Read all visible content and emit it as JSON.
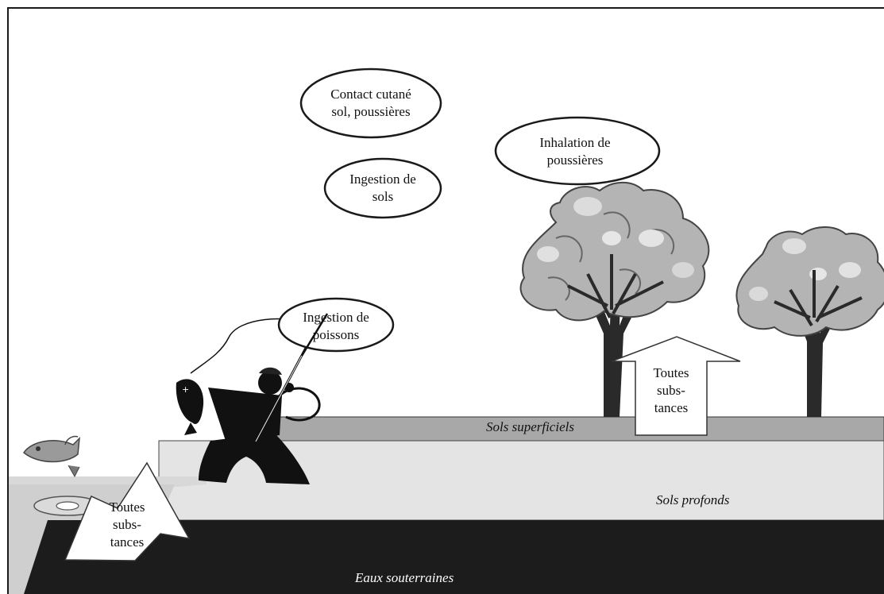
{
  "exposure_routes": {
    "skin_contact": "Contact cutané\nsol, poussières",
    "soil_ingestion": "Ingestion de\nsols",
    "dust_inhalation": "Inhalation de\npoussières",
    "fish_ingestion": "Ingestion de\npoissons"
  },
  "transfer_arrows": {
    "left": "Toutes\nsubs-\ntances",
    "right": "Toutes\nsubs-\ntances"
  },
  "layers": {
    "surface": "Sols superficiels",
    "deep": "Sols profonds",
    "groundwater": "Eaux souterraines"
  },
  "colors": {
    "frame": "#1a1a1a",
    "surface_soil": "#a8a8a8",
    "deep_soil": "#e4e4e4",
    "groundwater": "#1c1c1c",
    "water": "#cfcfcf",
    "tree_foliage": "#b4b4b4",
    "tree_trunk": "#2a2a2a",
    "figure": "#111111"
  },
  "icons": {
    "fisherman": "fisherman-icon",
    "fish": "fish-icon",
    "tree": "tree-icon"
  }
}
